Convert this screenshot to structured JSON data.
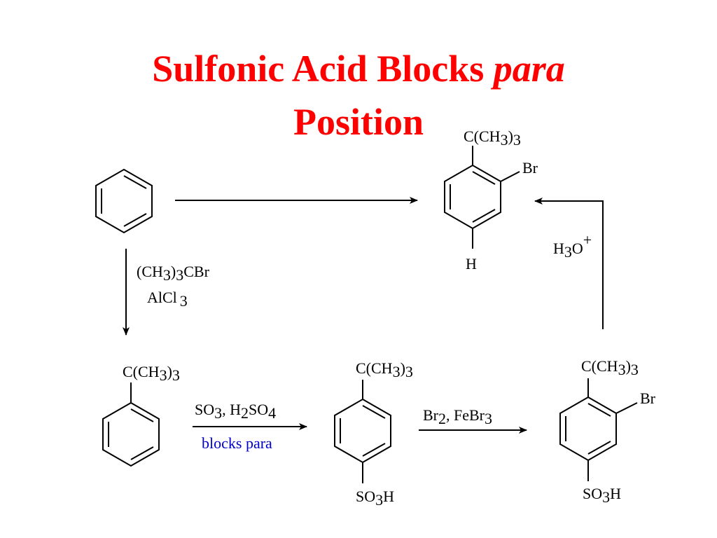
{
  "title": {
    "line1_main": "Sulfonic Acid Blocks ",
    "line1_italic": "para",
    "line2": "Position"
  },
  "labels": {
    "ch3": "C(CH",
    "sub3": "3",
    "close": ")",
    "br": "Br",
    "h": "H",
    "so3h_so": "SO",
    "so3h_h": "H",
    "h3o_h": "H",
    "h3o_o": "O",
    "plus": "+"
  },
  "reagents": {
    "alkylation_line1": "(CH",
    "alkylation_line1_sub1": "3",
    "alkylation_line1_mid": ")",
    "alkylation_line1_sub2": "3",
    "alkylation_line1_end": "CBr",
    "alkylation_line2": "AlCl",
    "alkylation_line2_sub": "3",
    "sulfonation_so": "SO",
    "sulfonation_so_sub": "3",
    "sulfonation_sep": ", H",
    "sulfonation_h_sub": "2",
    "sulfonation_so4": "SO",
    "sulfonation_so4_sub": "4",
    "sulfonation_note": "blocks para",
    "bromination_br": "Br",
    "bromination_br_sub": "2",
    "bromination_sep": ", FeBr",
    "bromination_febr_sub": "3"
  },
  "colors": {
    "title": "#ff0000",
    "note": "#0000cc",
    "ink": "#000000"
  }
}
